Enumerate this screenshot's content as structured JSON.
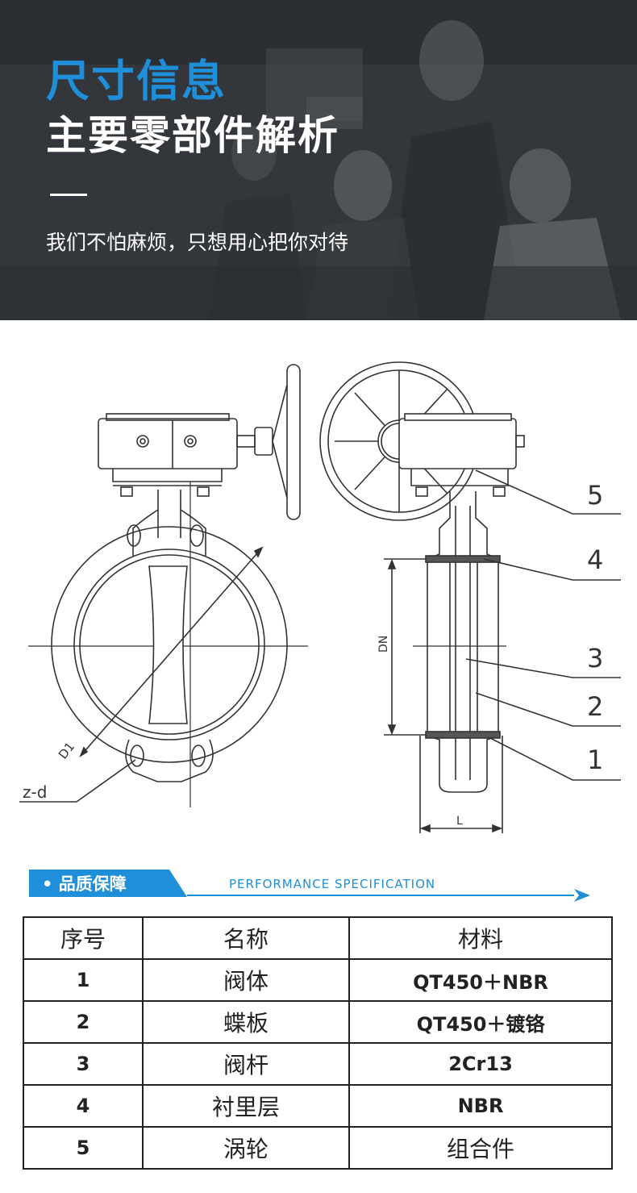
{
  "hero": {
    "title": "尺寸信息",
    "subtitle": "主要零部件解析",
    "tagline": "我们不怕麻烦，只想用心把你对待"
  },
  "drawing": {
    "labels": {
      "z_d": "z-d",
      "d1": "D1",
      "dn": "DN",
      "l": "L"
    },
    "callouts": [
      "5",
      "4",
      "3",
      "2",
      "1"
    ]
  },
  "section": {
    "label": "• 品质保障",
    "label_en": "PERFORMANCE SPECIFICATION"
  },
  "table": {
    "headers": [
      "序号",
      "名称",
      "材料"
    ],
    "rows": [
      {
        "no": "1",
        "name": "阀体",
        "material": "QT450＋NBR"
      },
      {
        "no": "2",
        "name": "蝶板",
        "material": "QT450＋镀铬"
      },
      {
        "no": "3",
        "name": "阀杆",
        "material": "2Cr13"
      },
      {
        "no": "4",
        "name": "衬里层",
        "material": "NBR"
      },
      {
        "no": "5",
        "name": "涡轮",
        "material": "组合件"
      }
    ]
  },
  "colors": {
    "accent": "#1e8fd8",
    "hero_bg": "#34383c",
    "line": "#222222"
  }
}
